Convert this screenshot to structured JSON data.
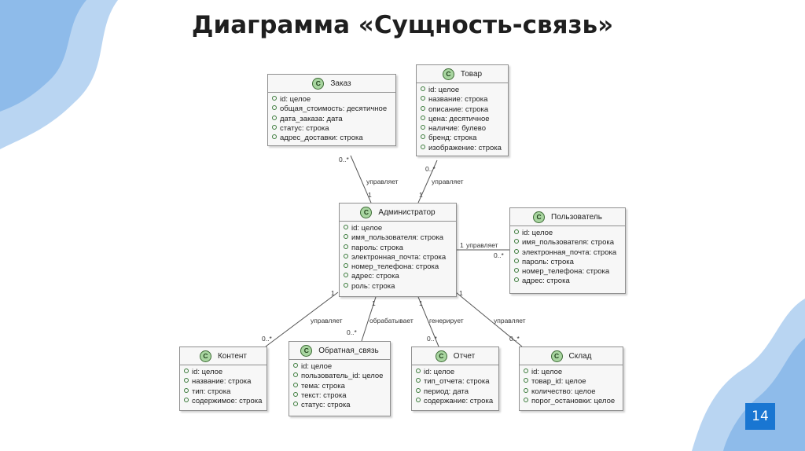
{
  "slide": {
    "title": "Диаграмма «Сущность-связь»",
    "page_number": "14",
    "accent_color": "#1976d2",
    "decor_color": "#7fb3e8"
  },
  "entities": {
    "order": {
      "name": "Заказ",
      "attributes": [
        "id: целое",
        "общая_стоимость: десятичное",
        "дата_заказа: дата",
        "статус: строка",
        "адрес_доставки: строка"
      ]
    },
    "product": {
      "name": "Товар",
      "attributes": [
        "id: целое",
        "название: строка",
        "описание: строка",
        "цена: десятичное",
        "наличие: булево",
        "бренд: строка",
        "изображение: строка"
      ]
    },
    "admin": {
      "name": "Администратор",
      "attributes": [
        "id: целое",
        "имя_пользователя: строка",
        "пароль: строка",
        "электронная_почта: строка",
        "номер_телефона: строка",
        "адрес: строка",
        "роль: строка"
      ]
    },
    "user": {
      "name": "Пользователь",
      "attributes": [
        "id: целое",
        "имя_пользователя: строка",
        "электронная_почта: строка",
        "пароль: строка",
        "номер_телефона: строка",
        "адрес: строка"
      ]
    },
    "content": {
      "name": "Контент",
      "attributes": [
        "id: целое",
        "название: строка",
        "тип: строка",
        "содержимое: строка"
      ]
    },
    "feedback": {
      "name": "Обратная_связь",
      "attributes": [
        "id: целое",
        "пользователь_id: целое",
        "тема: строка",
        "текст: строка",
        "статус: строка"
      ]
    },
    "report": {
      "name": "Отчет",
      "attributes": [
        "id: целое",
        "тип_отчета: строка",
        "период: дата",
        "содержание: строка"
      ]
    },
    "warehouse": {
      "name": "Склад",
      "attributes": [
        "id: целое",
        "товар_id: целое",
        "количество: целое",
        "порог_остановки: целое"
      ]
    }
  },
  "relations": {
    "order": {
      "label": "управляет",
      "near_entity": "0..*",
      "near_admin": "1"
    },
    "product": {
      "label": "управляет",
      "near_entity": "0..*",
      "near_admin": "1"
    },
    "user": {
      "label": "управляет",
      "near_admin": "1",
      "near_entity": "0..*"
    },
    "content": {
      "label": "управляет",
      "near_admin": "1",
      "near_entity": "0..*"
    },
    "feedback": {
      "label": "обрабатывает",
      "near_admin": "1",
      "near_entity": "0..*"
    },
    "report": {
      "label": "генерирует",
      "near_admin": "1",
      "near_entity": "0..*"
    },
    "warehouse": {
      "label": "управляет",
      "near_admin": "1",
      "near_entity": "0..*"
    }
  }
}
